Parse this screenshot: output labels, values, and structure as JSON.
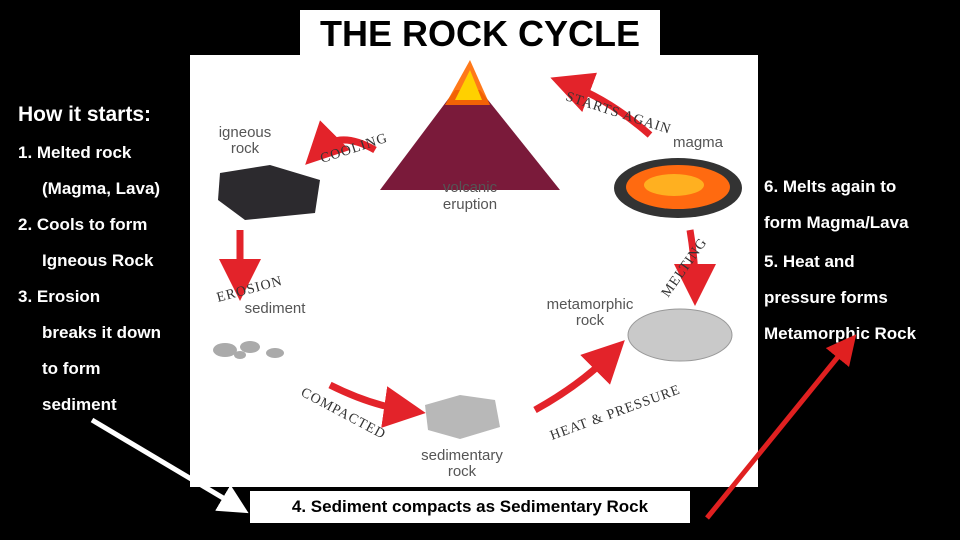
{
  "title": "THE ROCK CYCLE",
  "left": {
    "heading": "How it starts:",
    "step1": "1.  Melted rock",
    "step1b": "(Magma, Lava)",
    "step2": "2.  Cools to form",
    "step2b": "Igneous Rock",
    "step3": "3.  Erosion",
    "step3b": "breaks it down",
    "step3c": "to form",
    "step3d": "sediment"
  },
  "right": {
    "step6": "6. Melts again to",
    "step6b": "form Magma/Lava",
    "step5": "5. Heat and",
    "step5b": "pressure forms",
    "step5c": "Metamorphic Rock"
  },
  "caption": "4. Sediment compacts as  Sedimentary Rock",
  "diagram": {
    "igneous": "igneous",
    "igneous2": "rock",
    "volcanic": "volcanic",
    "volcanic2": "eruption",
    "magma": "magma",
    "sediment": "sediment",
    "metamorphic": "metamorphic",
    "metamorphic2": "rock",
    "sedimentary": "sedimentary",
    "sedimentary2": "rock",
    "arc_starts_again": "STARTS AGAIN",
    "arc_cooling": "COOLING",
    "arc_melting": "MELTING",
    "arc_erosion": "EROSION",
    "arc_compacted": "COMPACTED",
    "arc_heat_pressure": "HEAT & PRESSURE"
  },
  "colors": {
    "arrow_red": "#e3232a",
    "white_arrow": "#ffffff",
    "red_pointer": "#e02020"
  }
}
